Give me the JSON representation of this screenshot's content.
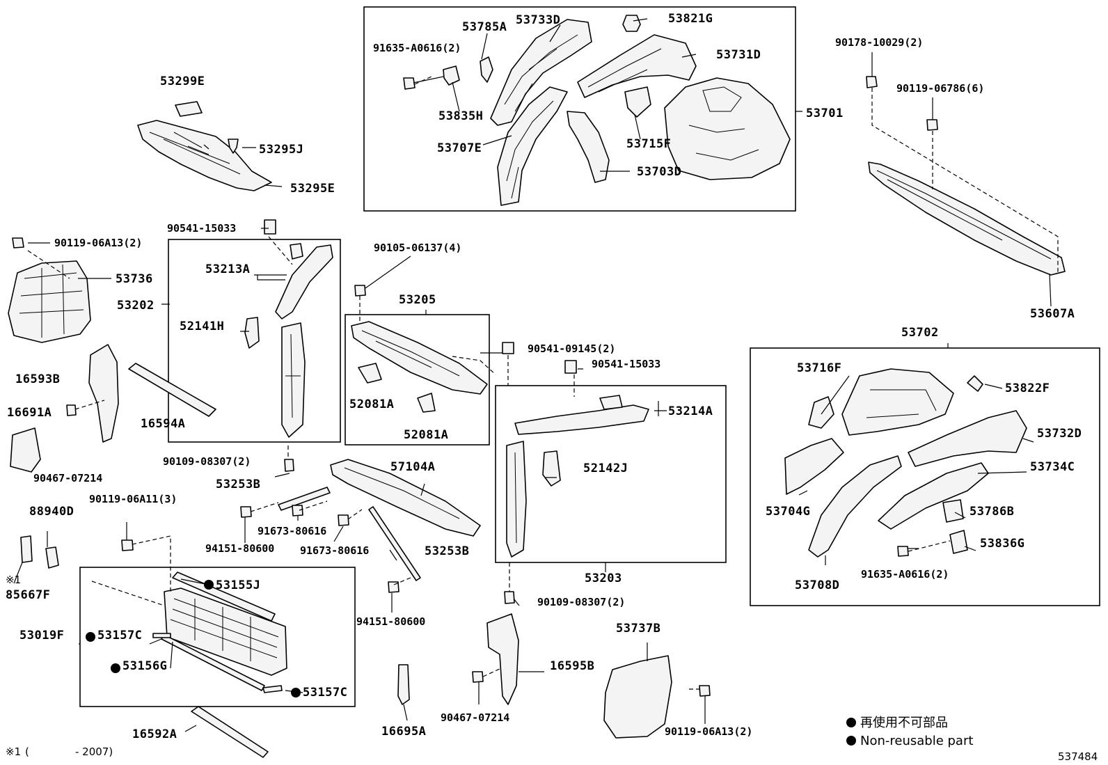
{
  "labels": {
    "l53785A": "53785A",
    "l53733D": "53733D",
    "l53821G": "53821G",
    "l91635A0616_2a": "91635-A0616(2)",
    "l53731D": "53731D",
    "l53835H": "53835H",
    "l53715F": "53715F",
    "l53707E": "53707E",
    "l53703D": "53703D",
    "l53701": "53701",
    "l53299E": "53299E",
    "l53295J": "53295J",
    "l53295E": "53295E",
    "l9017810029": "90178-10029(2)",
    "l9011906786": "90119-06786(6)",
    "l53607A": "53607A",
    "l9054115033a": "90541-15033",
    "l9011906A13a": "90119-06A13(2)",
    "l53736": "53736",
    "l53213A": "53213A",
    "l53202": "53202",
    "l52141H": "52141H",
    "l9010506137": "90105-06137(4)",
    "l53205": "53205",
    "l53702": "53702",
    "l16593B": "16593B",
    "l16691A": "16691A",
    "l16594A": "16594A",
    "l9046707214a": "90467-07214",
    "l52081Aa": "52081A",
    "l52081Ab": "52081A",
    "l9054109145": "90541-09145(2)",
    "l9054115033b": "90541-15033",
    "l53214A": "53214A",
    "l53716F": "53716F",
    "l53822F": "53822F",
    "l53732D": "53732D",
    "l52142J": "52142J",
    "l53734C": "53734C",
    "l53704G": "53704G",
    "l53786B": "53786B",
    "l53836G": "53836G",
    "l91635A0616_2b": "91635-A0616(2)",
    "l53708D": "53708D",
    "l9010908307a": "90109-08307(2)",
    "l57104A": "57104A",
    "l53253Ba": "53253B",
    "l9011906A11": "90119-06A11(3)",
    "l88940D": "88940D",
    "l91673a": "91673-80616",
    "l91673b": "91673-80616",
    "l94151a": "94151-80600",
    "l53253Bb": "53253B",
    "l53203": "53203",
    "l85667F": "85667F",
    "l53155J": "53155J",
    "l9010908307b": "90109-08307(2)",
    "l94151b": "94151-80600",
    "l53019F": "53019F",
    "l53157Ca": "53157C",
    "l53737B": "53737B",
    "l53156G": "53156G",
    "l16595B": "16595B",
    "l53157Cb": "53157C",
    "l9046707214b": "90467-07214",
    "l16592A": "16592A",
    "l16695A": "16695A",
    "l9011906A13b": "90119-06A13(2)"
  },
  "notes": {
    "mark1": "※1",
    "footnote_mark": "※1",
    "footnote_paren_open": "(",
    "footnote_range": "- 2007)"
  },
  "legend": {
    "jp": "再使用不可部品",
    "en": "Non-reusable part"
  },
  "figure_id": "537484",
  "colors": {
    "line": "#000000",
    "background": "#ffffff"
  }
}
